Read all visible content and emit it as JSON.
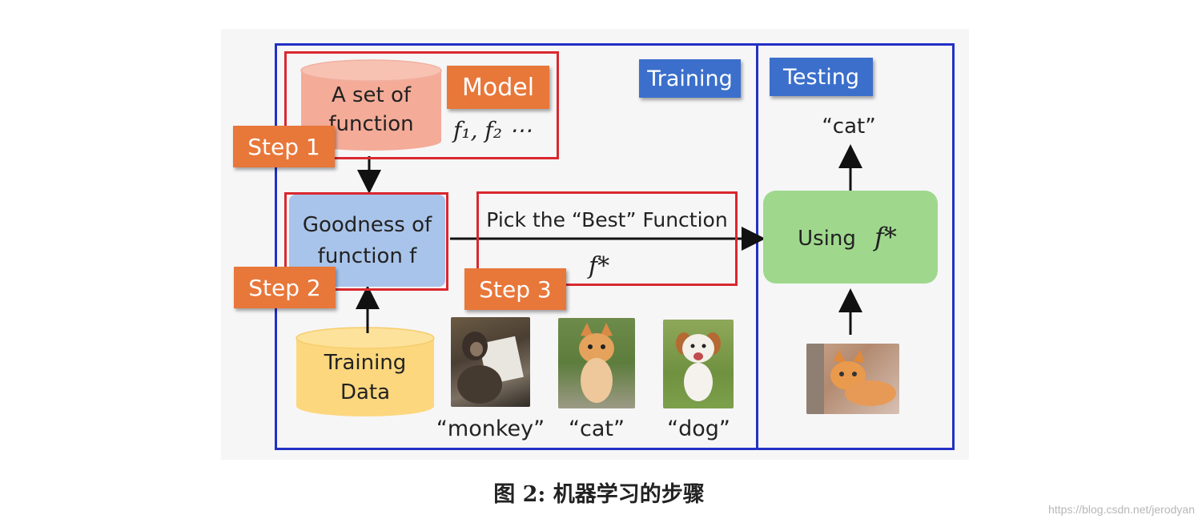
{
  "diagram": {
    "tags": {
      "training": "Training",
      "testing": "Testing",
      "model": "Model",
      "step1": "Step 1",
      "step2": "Step 2",
      "step3": "Step 3"
    },
    "nodes": {
      "function_set": "A set of\nfunction",
      "model_functions": "f₁, f₂ ⋯",
      "goodness": "Goodness of\nfunction f",
      "training_data": "Training\nData",
      "pick_best": "Pick the “Best” Function",
      "f_star": "f*",
      "using": "Using",
      "using_f_star": "f*"
    },
    "image_labels": {
      "monkey": "“monkey”",
      "cat": "“cat”",
      "dog": "“dog”",
      "test_output": "“cat”"
    },
    "colors": {
      "frame": "#2231c4",
      "step_box": "#d9282e",
      "tag_orange": "#e8773a",
      "tag_blue": "#3b6fcb",
      "function_cylinder": "#f4ab97",
      "goodness_box": "#a9c4ea",
      "data_cylinder": "#fcd77e",
      "using_box": "#9fd88d"
    },
    "icons": {
      "monkey_photo": "monkey-photo-icon",
      "cat_photo": "cat-photo-icon",
      "dog_photo": "dog-photo-icon",
      "test_cat_photo": "cat-photo-icon"
    }
  },
  "caption": "图 2: 机器学习的步骤",
  "watermark": "https://blog.csdn.net/jerodyan"
}
